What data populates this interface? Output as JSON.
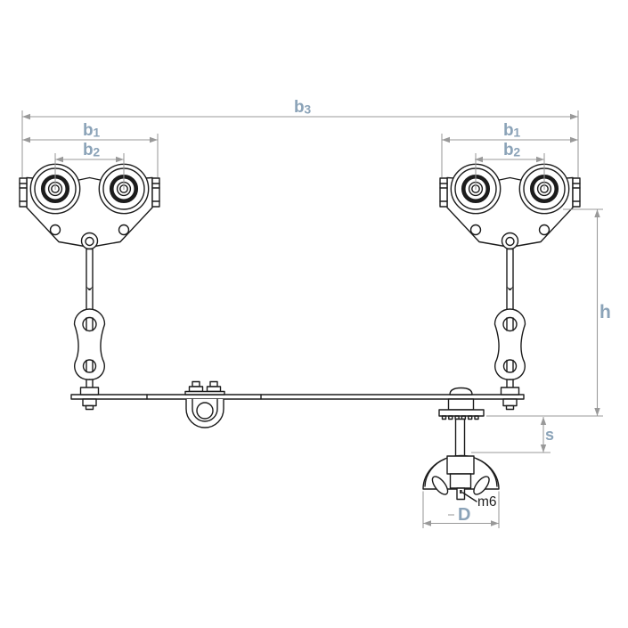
{
  "colors": {
    "background": "#ffffff",
    "line": "#1c1c1c",
    "dimension": "#999999",
    "label": "#8ba3b8",
    "dark_label": "#1f1f1f"
  },
  "labels": {
    "b3": {
      "base": "b",
      "sub": "3"
    },
    "b1": {
      "base": "b",
      "sub": "1"
    },
    "b2": {
      "base": "b",
      "sub": "2"
    },
    "h": "h",
    "s": "s",
    "D": "D",
    "m6": "m6"
  }
}
